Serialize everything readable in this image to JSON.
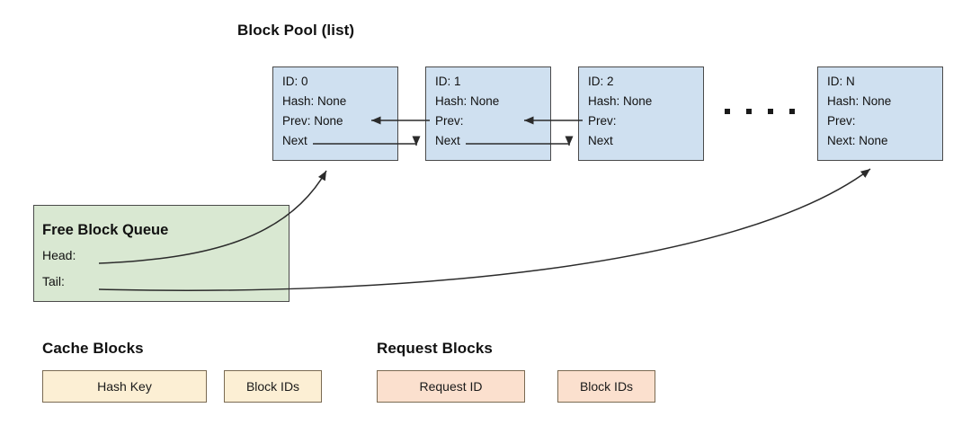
{
  "diagram": {
    "title_block_pool": "Block Pool (list)",
    "title_cache_blocks": "Cache Blocks",
    "title_request_blocks": "Request Blocks",
    "ellipsis": "• • • •",
    "colors": {
      "block_fill": "#cfe0f0",
      "block_stroke": "#4a4a4a",
      "queue_fill": "#d9e8d2",
      "cache_fill": "#fcefd4",
      "request_fill": "#fbe0ce",
      "field_stroke": "#7a6a52",
      "arrow": "#2b2b2b",
      "background": "#ffffff"
    },
    "blocks": [
      {
        "id_line": "ID: 0",
        "hash_line": "Hash: None",
        "prev_line": "Prev: None",
        "next_line": "Next"
      },
      {
        "id_line": "ID: 1",
        "hash_line": "Hash: None",
        "prev_line": "Prev:",
        "next_line": "Next"
      },
      {
        "id_line": "ID: 2",
        "hash_line": "Hash: None",
        "prev_line": "Prev:",
        "next_line": "Next"
      },
      {
        "id_line": "ID: N",
        "hash_line": "Hash: None",
        "prev_line": "Prev:",
        "next_line": "Next: None"
      }
    ],
    "free_block_queue": {
      "title": "Free Block Queue",
      "head_label": "Head:",
      "tail_label": "Tail:"
    },
    "cache_blocks": {
      "fields": [
        {
          "label": "Hash Key"
        },
        {
          "label": "Block IDs"
        }
      ]
    },
    "request_blocks": {
      "fields": [
        {
          "label": "Request ID"
        },
        {
          "label": "Block IDs"
        }
      ]
    }
  }
}
